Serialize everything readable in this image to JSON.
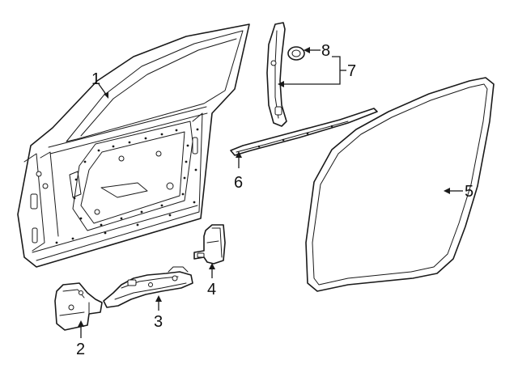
{
  "callouts": [
    {
      "id": "1",
      "label": "1"
    },
    {
      "id": "2",
      "label": "2"
    },
    {
      "id": "3",
      "label": "3"
    },
    {
      "id": "4",
      "label": "4"
    },
    {
      "id": "5",
      "label": "5"
    },
    {
      "id": "6",
      "label": "6"
    },
    {
      "id": "7",
      "label": "7"
    },
    {
      "id": "8",
      "label": "8"
    }
  ],
  "colors": {
    "ink": "#1a1a1a",
    "background": "#ffffff"
  }
}
